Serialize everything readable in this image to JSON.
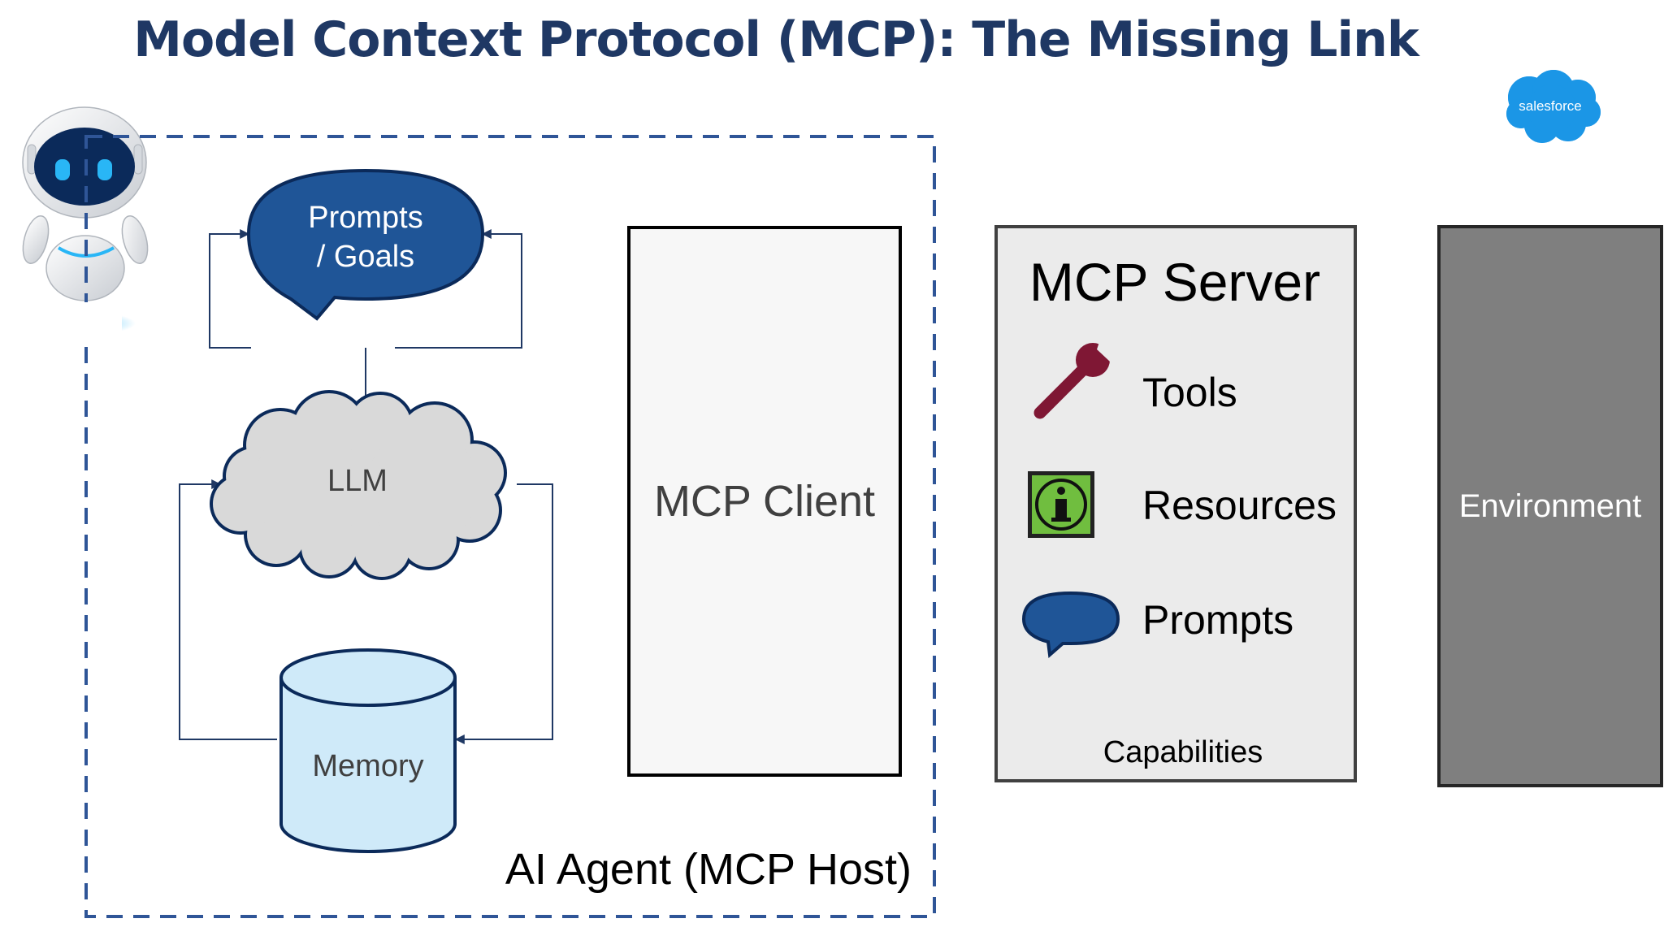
{
  "title": "Model Context Protocol (MCP): The Missing Link",
  "brand_logo": {
    "text": "salesforce",
    "color": "#1B96E6"
  },
  "agent_host": {
    "label": "AI Agent (MCP Host)",
    "border_color": "#2F5597",
    "prompts_goals": {
      "line1": "Prompts",
      "line2": "/ Goals",
      "color": "#1F5597"
    },
    "llm": {
      "label": "LLM",
      "color": "#D9D9D9"
    },
    "memory": {
      "label": "Memory",
      "color": "#CFEAF9"
    },
    "mcp_client": {
      "label": "MCP Client",
      "color": "#F7F7F7"
    }
  },
  "mcp_server": {
    "title": "MCP Server",
    "color": "#EBEBEB",
    "capabilities": [
      {
        "label": "Tools",
        "icon": "wrench-icon",
        "color": "#7F1734"
      },
      {
        "label": "Resources",
        "icon": "info-icon",
        "color": "#70BE3F"
      },
      {
        "label": "Prompts",
        "icon": "speech-bubble-icon",
        "color": "#1F5597"
      }
    ],
    "footer": "Capabilities"
  },
  "environment": {
    "label": "Environment",
    "color": "#7F7F7F"
  },
  "colors": {
    "title": "#1F3864",
    "connector": "#1F3864",
    "robot_eye": "#29B6F6"
  }
}
